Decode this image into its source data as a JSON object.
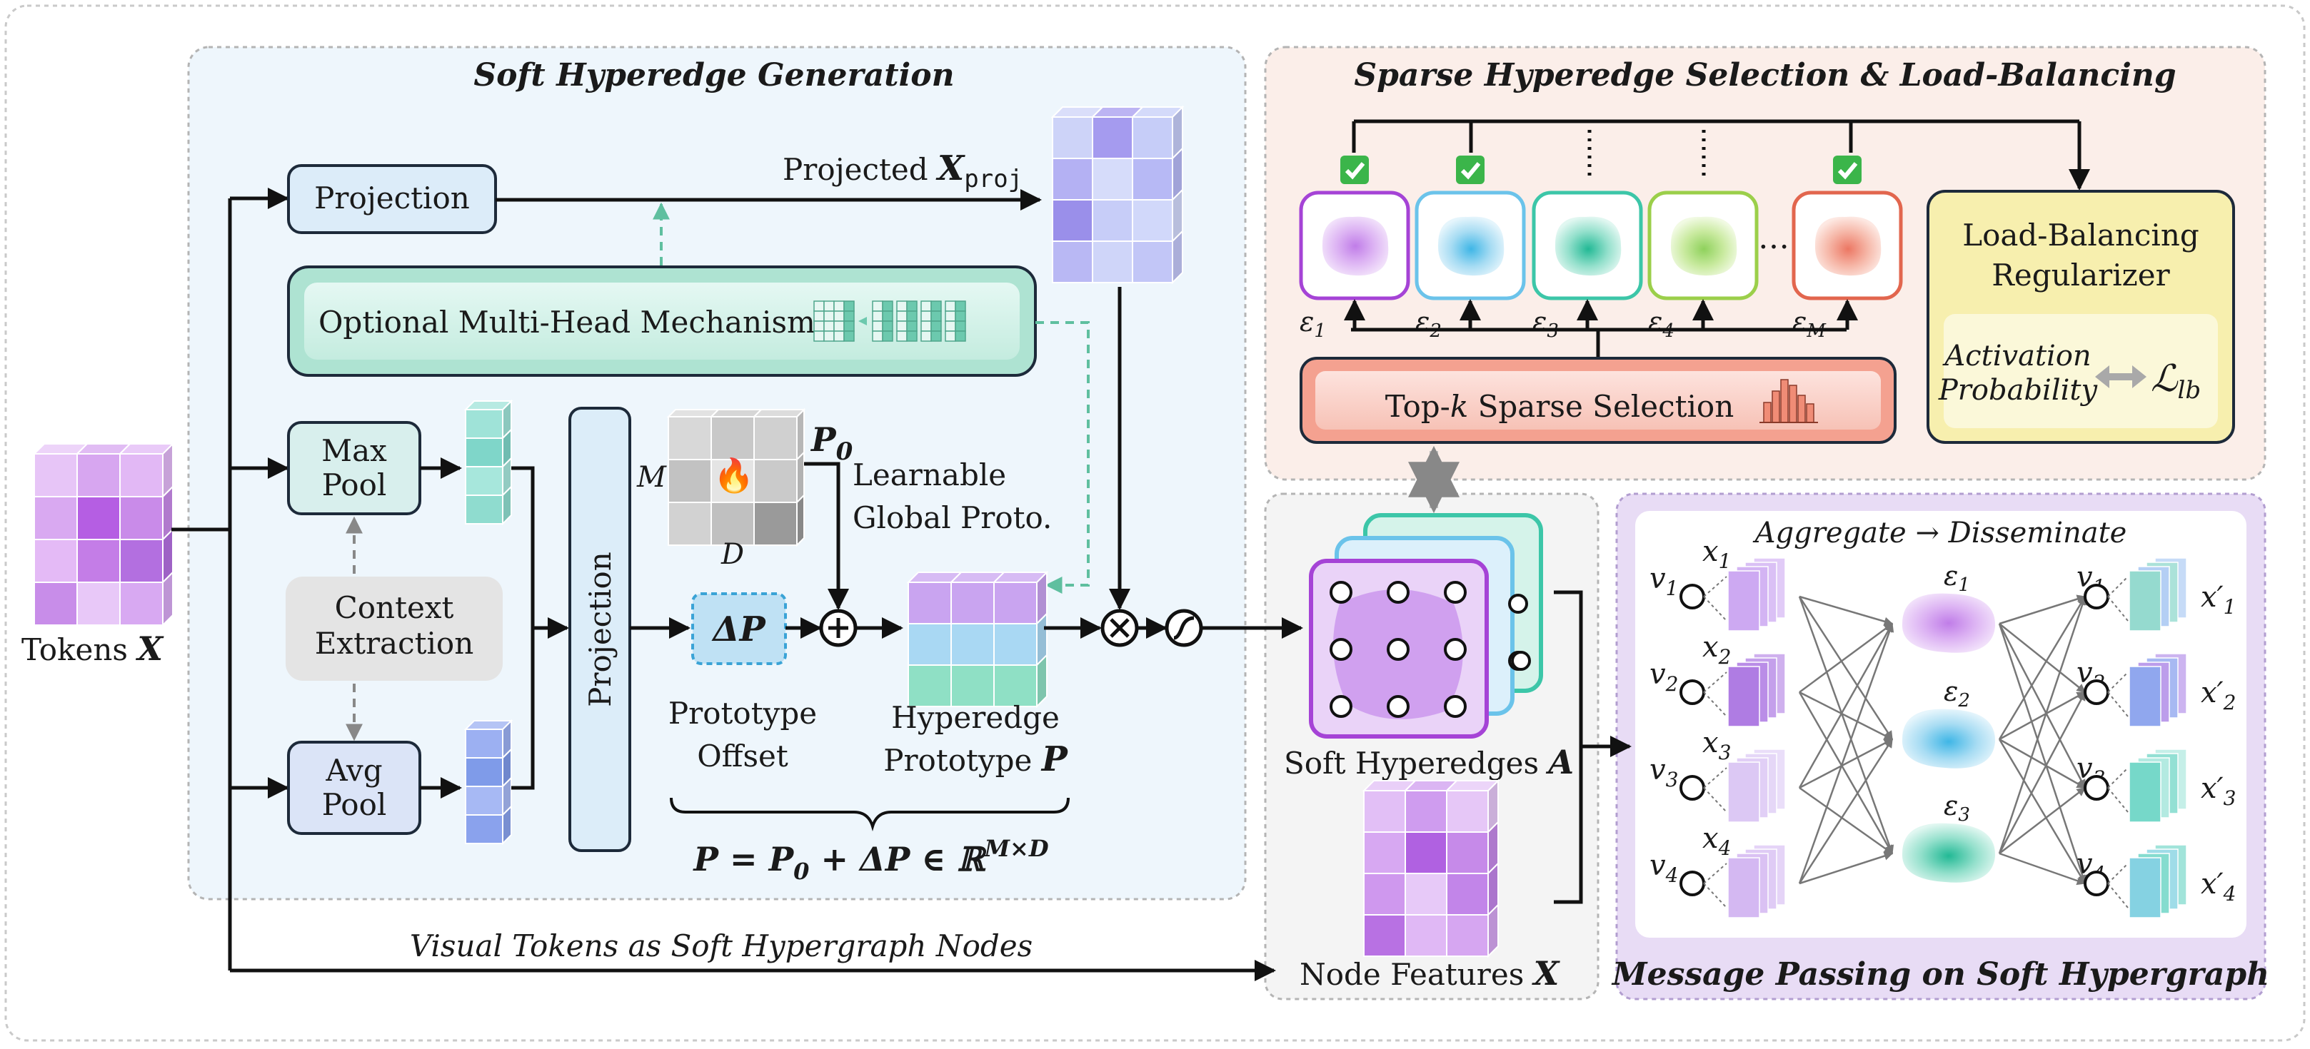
{
  "panels": {
    "soft_gen_title": "Soft Hyperedge Generation",
    "sparse_title": "Sparse Hyperedge Selection & Load-Balancing",
    "message_title": "Message Passing on Soft Hypergraph",
    "aggregate_title": "Aggregate → Disseminate"
  },
  "input": {
    "tokens_label": "Tokens",
    "tokens_symbol": "X"
  },
  "boxes": {
    "projection": "Projection",
    "multi_head": "Optional Multi-Head Mechanism",
    "max_pool_1": "Max",
    "max_pool_2": "Pool",
    "avg_pool_1": "Avg",
    "avg_pool_2": "Pool",
    "context_1": "Context",
    "context_2": "Extraction",
    "projection_vertical": "Projection",
    "delta_p": "ΔP",
    "topk_pre": "Top-",
    "topk_k": "k",
    "topk_post": " Sparse Selection",
    "lb_title_1": "Load-Balancing",
    "lb_title_2": "Regularizer",
    "lb_act_1": "Activation",
    "lb_act_2": "Probability",
    "lb_loss": "ℒ",
    "lb_loss_sub": "lb"
  },
  "labels": {
    "projected": "Projected",
    "x_symbol": "X",
    "proj_sub": "proj",
    "p0": "P",
    "p0_sub": "0",
    "m": "M",
    "d": "D",
    "learnable_1": "Learnable",
    "learnable_2": "Global Proto.",
    "offset_1": "Prototype",
    "offset_2": "Offset",
    "hyper_proto_1": "Hyperedge",
    "hyper_proto_2": "Prototype",
    "hyper_proto_sym": "P",
    "equation_a": "P = P",
    "equation_sub": "0",
    "equation_b": " + ΔP ∈ ℝ",
    "equation_sup": "M×D",
    "visual_tokens": "Visual Tokens as Soft Hypergraph Nodes",
    "soft_hyperedges": "Soft Hyperedges",
    "soft_sym": "A",
    "node_features": "Node Features",
    "node_sym": "X",
    "ellipsis": "…"
  },
  "hyperedges": [
    {
      "label": "ε",
      "sub": "1",
      "border": "#a543d6",
      "selected": true
    },
    {
      "label": "ε",
      "sub": "2",
      "border": "#6bc3ea",
      "selected": true
    },
    {
      "label": "ε",
      "sub": "3",
      "border": "#3cc6a8",
      "selected": false
    },
    {
      "label": "ε",
      "sub": "4",
      "border": "#9bcf4a",
      "selected": false
    },
    {
      "label": "ε",
      "sub": "M",
      "border": "#e2664e",
      "selected": true
    }
  ],
  "mp_nodes": [
    {
      "v": "v",
      "sub": "1",
      "x": "x",
      "xsub": "1"
    },
    {
      "v": "v",
      "sub": "2",
      "x": "x",
      "xsub": "2"
    },
    {
      "v": "v",
      "sub": "3",
      "x": "x",
      "xsub": "3"
    },
    {
      "v": "v",
      "sub": "4",
      "x": "x",
      "xsub": "4"
    }
  ],
  "mp_edges": [
    {
      "label": "ε",
      "sub": "1"
    },
    {
      "label": "ε",
      "sub": "2"
    },
    {
      "label": "ε",
      "sub": "3"
    }
  ],
  "mp_outputs": [
    {
      "x": "x′",
      "sub": "1"
    },
    {
      "x": "x′",
      "sub": "2"
    },
    {
      "x": "x′",
      "sub": "3"
    },
    {
      "x": "x′",
      "sub": "4"
    }
  ],
  "colors": {
    "purple": "#b479e6",
    "teal": "#6fd6c6",
    "blue": "#8ea6ef",
    "green_dash": "#5fbf9f",
    "red_selector": "#e2664e",
    "lb_fill": "#f7f3c7"
  }
}
